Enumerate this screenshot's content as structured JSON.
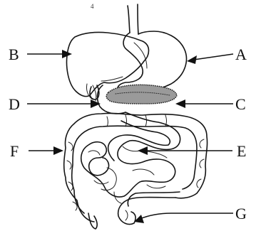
{
  "diagram": {
    "corner_mark": "4",
    "labels": [
      {
        "id": "A",
        "text": "A"
      },
      {
        "id": "B",
        "text": "B"
      },
      {
        "id": "C",
        "text": "C"
      },
      {
        "id": "D",
        "text": "D"
      },
      {
        "id": "E",
        "text": "E"
      },
      {
        "id": "F",
        "text": "F"
      },
      {
        "id": "G",
        "text": "G"
      }
    ],
    "colors": {
      "ink": "#111111",
      "background": "#ffffff",
      "pancreas_fill": "#9a9a9a"
    }
  }
}
